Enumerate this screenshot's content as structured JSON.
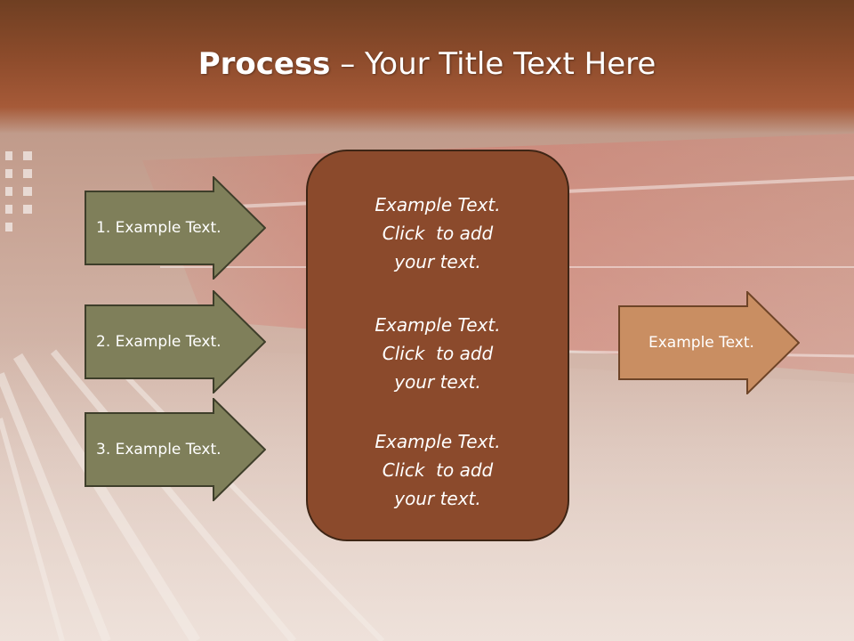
{
  "slide": {
    "title_bold": "Process",
    "title_rest": " – Your Title Text Here"
  },
  "left_arrows": [
    {
      "label": "1. Example Text."
    },
    {
      "label": "2. Example Text."
    },
    {
      "label": "3. Example Text."
    }
  ],
  "center_box": {
    "blocks": [
      {
        "lines": [
          "Example Text.",
          "Click  to add",
          "your text."
        ]
      },
      {
        "lines": [
          "Example Text.",
          "Click  to add",
          "your text."
        ]
      },
      {
        "lines": [
          "Example Text.",
          "Click  to add",
          "your text."
        ]
      }
    ]
  },
  "right_arrow": {
    "label": "Example Text."
  },
  "colors": {
    "title_bar": "#8e4c2c",
    "left_arrow_fill": "#7f7f5a",
    "arrow_border": "#3e3e2a",
    "center_fill": "#8b4a2c",
    "right_arrow_fill": "#c98e62"
  }
}
